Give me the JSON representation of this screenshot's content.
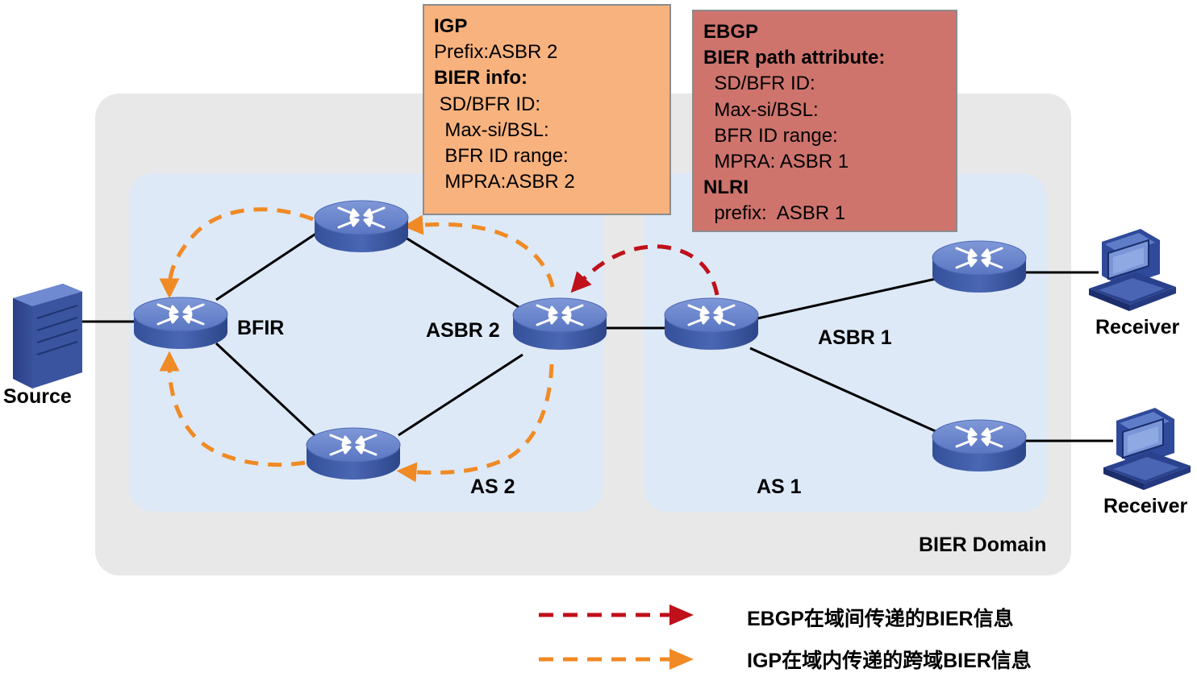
{
  "labels": {
    "source": "Source",
    "bfir": "BFIR",
    "asbr2": "ASBR 2",
    "asbr1": "ASBR 1",
    "receiver_top": "Receiver",
    "receiver_bottom": "Receiver",
    "as2": "AS 2",
    "as1": "AS 1",
    "bier_domain": "BIER Domain"
  },
  "igp_box": {
    "title": "IGP",
    "prefix": "Prefix:ASBR 2",
    "bier_info": "BIER info:",
    "sd_bfr_id": " SD/BFR ID:",
    "max_si_bsl": "  Max-si/BSL:",
    "bfr_id_range": "  BFR ID range:",
    "mpra": "  MPRA:ASBR 2"
  },
  "ebgp_box": {
    "title": "EBGP",
    "bier_path_attribute": "BIER path attribute:",
    "sd_bfr_id": "  SD/BFR ID:",
    "max_si_bsl": "  Max-si/BSL:",
    "bfr_id_range": "  BFR ID range:",
    "mpra": "  MPRA: ASBR 1",
    "nlri": "NLRI",
    "prefix": "  prefix:  ASBR 1"
  },
  "legend": {
    "ebgp": "EBGP在域间传递的BIER信息",
    "igp": "IGP在域内传递的跨域BIER信息"
  },
  "colors": {
    "bier_domain": "#e8e8e8",
    "as_region": "#dde9f7",
    "router_top": "#6a86cf",
    "router_side": "#3e5aa6",
    "igp_arrow": "#f08a24",
    "ebgp_arrow": "#c0101a",
    "igp_box": "#f8b27e",
    "ebgp_box": "#ce746d"
  }
}
